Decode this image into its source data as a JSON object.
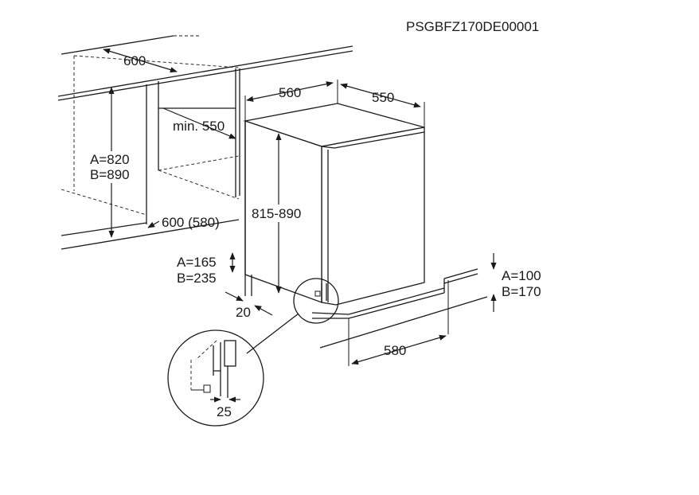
{
  "model_code": "PSGBFZ170DE00001",
  "dims": {
    "niche_depth": "600",
    "appliance_width": "560",
    "appliance_depth": "550",
    "min_niche_depth": "min. 550",
    "niche_height_a": "A=820",
    "niche_height_b": "B=890",
    "appliance_height": "815-890",
    "niche_width": "600 (580)",
    "plinth_height_a": "A=165",
    "plinth_height_b": "B=235",
    "plinth_gap": "20",
    "plinth_depth_a": "A=100",
    "plinth_depth_b": "B=170",
    "plinth_width": "580",
    "detail_gap": "25"
  }
}
